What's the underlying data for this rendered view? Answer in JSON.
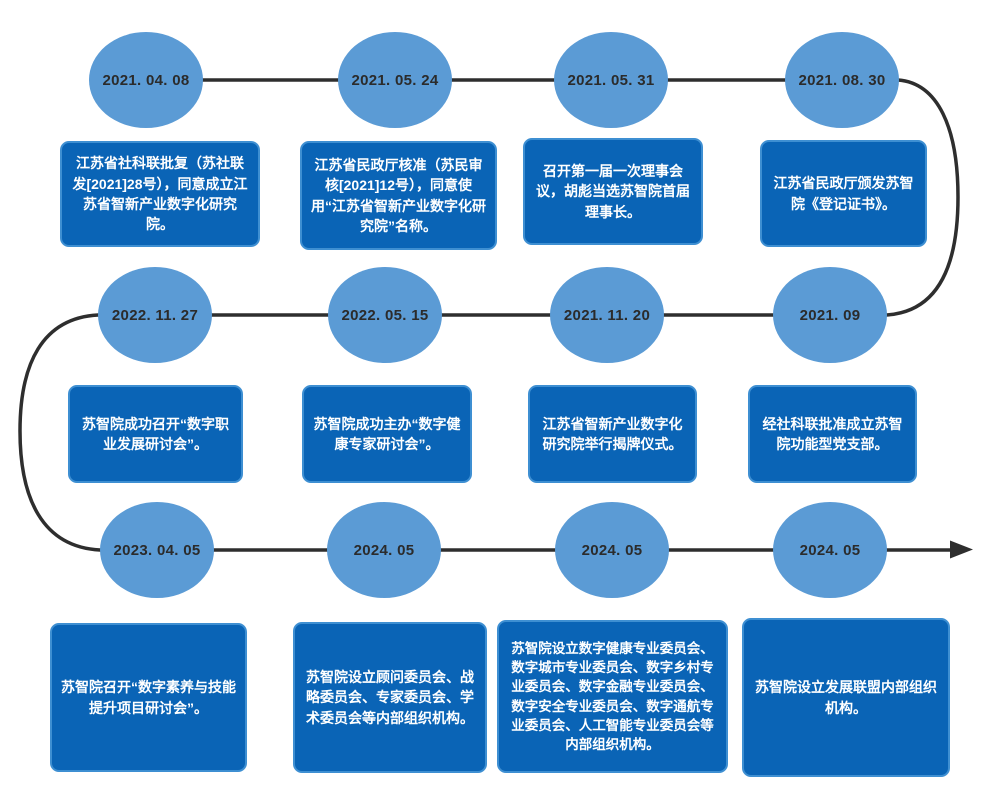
{
  "colors": {
    "circle_fill": "#5B9BD5",
    "box_fill": "#0A64B6",
    "box_border": "#3E8FD2",
    "box_text_color": "#FFFFFF",
    "date_color": "#2B2B2B",
    "line_color": "#2E2E2E"
  },
  "milestones": [
    {
      "date": "2021. 04. 08",
      "text": "江苏省社科联批复（苏社联发[2021]28号），同意成立江苏省智新产业数字化研究院。"
    },
    {
      "date": "2021. 05. 24",
      "text": "江苏省民政厅核准（苏民审核[2021]12号），同意使用“江苏省智新产业数字化研究院”名称。"
    },
    {
      "date": "2021. 05. 31",
      "text": "召开第一届一次理事会议，胡彪当选苏智院首届理事长。"
    },
    {
      "date": "2021. 08. 30",
      "text": "江苏省民政厅颁发苏智院《登记证书》。"
    },
    {
      "date": "2022. 11. 27",
      "text": "苏智院成功召开“数字职业发展研讨会”。"
    },
    {
      "date": "2022. 05. 15",
      "text": "苏智院成功主办“数字健康专家研讨会”。"
    },
    {
      "date": "2021. 11. 20",
      "text": "江苏省智新产业数字化研究院举行揭牌仪式。"
    },
    {
      "date": "2021. 09",
      "text": "经社科联批准成立苏智院功能型党支部。"
    },
    {
      "date": "2023. 04. 05",
      "text": "苏智院召开“数字素养与技能提升项目研讨会”。"
    },
    {
      "date": "2024. 05",
      "text": "苏智院设立顾问委员会、战略委员会、专家委员会、学术委员会等内部组织机构。"
    },
    {
      "date": "2024. 05",
      "text": "苏智院设立数字健康专业委员会、数字城市专业委员会、数字乡村专业委员会、数字金融专业委员会、数字安全专业委员会、数字通航专业委员会、人工智能专业委员会等内部组织机构。"
    },
    {
      "date": "2024. 05",
      "text": "苏智院设立发展联盟内部组织机构。"
    }
  ]
}
